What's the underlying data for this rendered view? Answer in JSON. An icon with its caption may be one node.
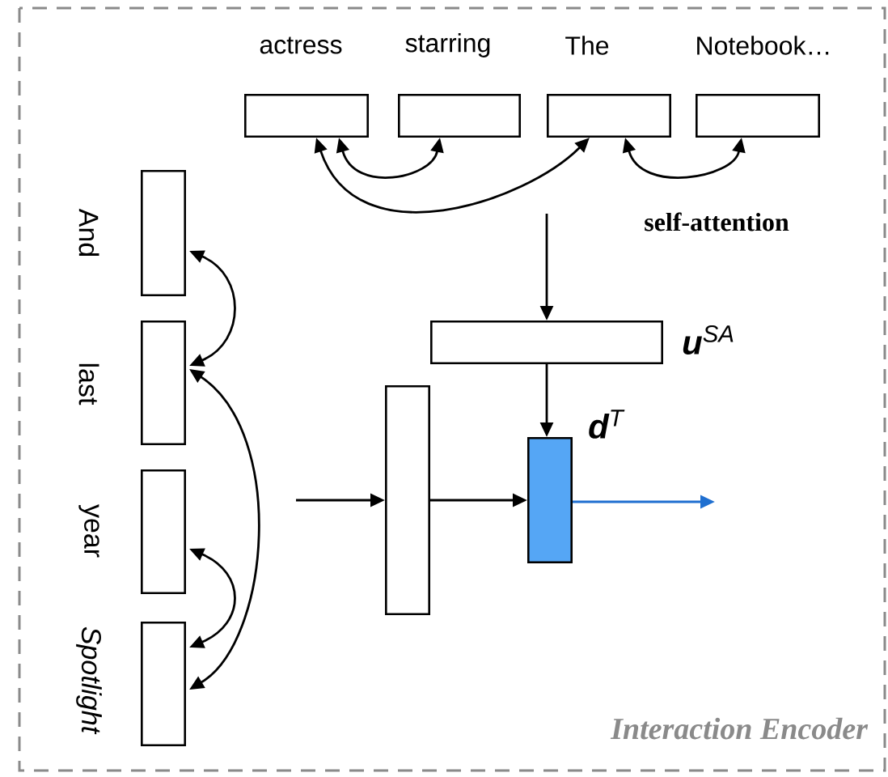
{
  "diagram": {
    "nodes": [
      {
        "text": [
          "Interaction Encoder"
        ]
      },
      {
        "text": [
          "actress"
        ],
        "in": 0
      },
      {
        "text": [
          "starring"
        ],
        "in": 0
      },
      {
        "text": [
          "The"
        ],
        "in": 0
      },
      {
        "text": [
          "Notebook…"
        ],
        "in": 0
      },
      {
        "text": [
          "And"
        ],
        "in": 0
      },
      {
        "text": [
          "last"
        ],
        "in": 0
      },
      {
        "text": [
          "year"
        ],
        "in": 0
      },
      {
        "text": [
          "Spotlight"
        ],
        "in": 0
      },
      {
        "text": [
          "**u**$^{SA}$"
        ],
        "in": 0
      },
      {
        "text": [],
        "shape": "box",
        "in": 0
      },
      {
        "text": [
          "**d**$^{T}$"
        ],
        "in": 0
      }
    ],
    "edges": [
      {
        "from": 1,
        "to": 2,
        "arrow": "both"
      },
      {
        "from": 1,
        "to": 3,
        "arrow": "both"
      },
      {
        "from": 3,
        "to": 4,
        "arrow": "both"
      },
      {
        "from": null,
        "to": 9,
        "arrow": "to"
      },
      {
        "from": 9,
        "to": 11,
        "arrow": "to"
      },
      {
        "from": 5,
        "to": 6,
        "arrow": "both"
      },
      {
        "from": 6,
        "to": 8,
        "arrow": "both"
      },
      {
        "from": 7,
        "to": 8,
        "arrow": "both"
      },
      {
        "from": null,
        "to": 10,
        "arrow": "to"
      },
      {
        "from": 10,
        "to": 11,
        "arrow": "to"
      },
      {
        "from": 11,
        "to": null,
        "arrow": "to",
        "color": "#1f6fd0"
      }
    ],
    "labels": [
      "self-attention"
    ]
  }
}
